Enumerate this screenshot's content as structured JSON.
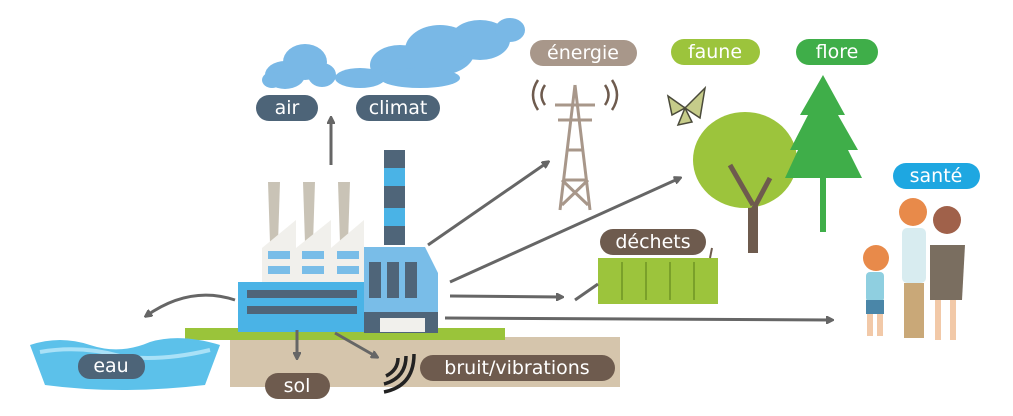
{
  "labels": {
    "air": "air",
    "climat": "climat",
    "energie": "énergie",
    "faune": "faune",
    "flore": "flore",
    "sante": "santé",
    "dechets": "déchets",
    "eau": "eau",
    "sol": "sol",
    "bruit": "bruit/vibrations"
  },
  "colors": {
    "slate": "#4d6478",
    "brown": "#6e5b4e",
    "energie": "#a8978a",
    "faune": "#9cc43c",
    "flore": "#3fae49",
    "sante": "#1ea7e1"
  }
}
